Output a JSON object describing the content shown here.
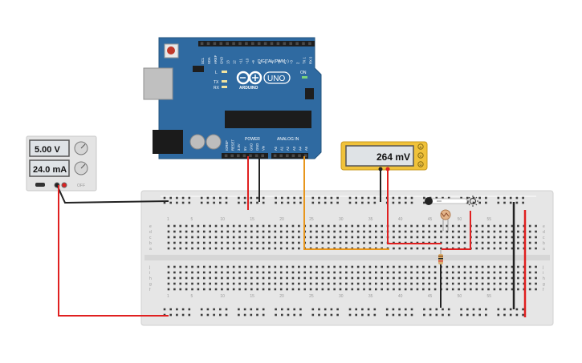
{
  "power_supply": {
    "voltage_display": "5.00 V",
    "current_display": "24.0 mA",
    "switch_label": "OFF"
  },
  "arduino": {
    "logo_text": "ARDUINO",
    "model_label": "UNO",
    "reset_label": "RESET",
    "digital_header_label": "DIGITAL (PWM~)",
    "power_header_label": "POWER",
    "analog_header_label": "ANALOG IN",
    "top_pin_labels": [
      "SCL",
      "SDA",
      "AREF",
      "GND",
      "13",
      "12",
      "~11",
      "~10",
      "~9",
      "8",
      "7",
      "~6",
      "~5",
      "4",
      "~3",
      "2",
      "TX 1",
      "RX 0"
    ],
    "power_pin_labels": [
      "IOREF",
      "RESET",
      "3.3V",
      "5V",
      "GND",
      "GND",
      "Vin"
    ],
    "analog_pin_labels": [
      "A0",
      "A1",
      "A2",
      "A3",
      "A4",
      "A5"
    ],
    "led_labels": [
      "L",
      "TX",
      "RX",
      "ON"
    ]
  },
  "multimeter": {
    "reading": "264 mV",
    "mode_labels": [
      "A",
      "V",
      "Ω"
    ]
  },
  "breadboard": {
    "column_numbers": [
      "1",
      "5",
      "10",
      "15",
      "20",
      "25",
      "30",
      "35",
      "40",
      "45",
      "50",
      "55"
    ],
    "row_letters_top": [
      "a",
      "b",
      "c",
      "d",
      "e"
    ],
    "row_letters_bottom": [
      "f",
      "g",
      "h",
      "i",
      "j"
    ]
  },
  "colors": {
    "arduino_board": "#2f6aa1",
    "wire_red": "#e02020",
    "wire_black": "#222222",
    "wire_orange": "#e8961c",
    "multimeter_body": "#f0c23a",
    "breadboard": "#e6e6e6",
    "supply_body": "#e4e4e4",
    "lcd_bg": "#dfe3e6"
  }
}
